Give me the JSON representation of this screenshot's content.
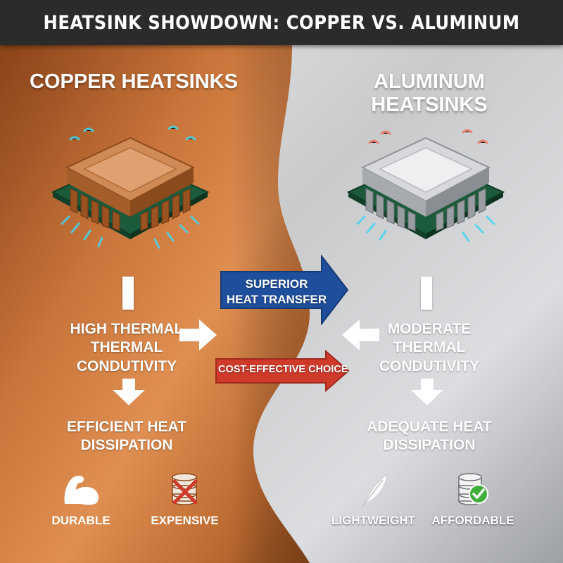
{
  "title": "HEATSINK SHOWDOWN: COPPER VS. ALUMINUM",
  "colors": {
    "copper_dark": "#7a3a14",
    "copper_light": "#d9874a",
    "aluminum_light": "#ececec",
    "aluminum_dark": "#8f9296",
    "blue_arrow": "#1f4f9c",
    "red_arrow": "#d03a2b",
    "cyan_glow": "#43d6f0",
    "red_glow": "#f0705a",
    "pcb_green": "#1c5a3c"
  },
  "copper": {
    "heading": "COPPER HEATSINKS",
    "conductivity": [
      "HIGH THERMAL",
      "THERMAL",
      "CONDUTIVITY"
    ],
    "dissipation": [
      "EFFICIENT HEAT",
      "DISSIPATION"
    ],
    "trait1": "DURABLE",
    "trait1_icon": "flexed-arm-icon",
    "trait2": "EXPENSIVE",
    "trait2_icon": "coin-stack-crossed-icon"
  },
  "aluminum": {
    "heading": "ALUMINUM HEATSINKS",
    "conductivity": [
      "MODERATE",
      "THERMAL",
      "CONDUTIVITY"
    ],
    "dissipation": [
      "ADEQUATE HEAT",
      "DISSIPATION"
    ],
    "trait1": "LIGHTWEIGHT",
    "trait1_icon": "feather-icon",
    "trait2": "AFFORDABLE",
    "trait2_icon": "coin-stack-check-icon"
  },
  "center": {
    "superior_label": [
      "SUPERIOR",
      "HEAT TRANSFER"
    ],
    "cost_label": "COST-EFFECTIVE CHOICE"
  }
}
